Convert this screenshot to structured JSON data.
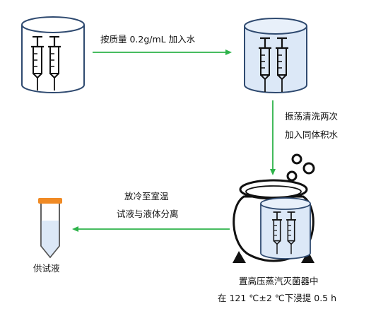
{
  "step1": {
    "label": "按质量 0.2g/mL 加入水"
  },
  "step2": {
    "line1": "振荡清洗两次",
    "line2": "加入同体积水"
  },
  "step3": {
    "line1": "置高压蒸汽灭菌器中",
    "line2": "在 121 ℃±2 ℃下浸提 0.5 h"
  },
  "step4": {
    "line1": "放冷至室温",
    "line2": "试液与液体分离"
  },
  "result": {
    "label": "供试液"
  },
  "colors": {
    "arrow": "#2db34a",
    "beaker_outline": "#2f4a70",
    "water_fill": "#dce8f7",
    "tube_cap": "#f08a24",
    "syringe": "#111111"
  }
}
